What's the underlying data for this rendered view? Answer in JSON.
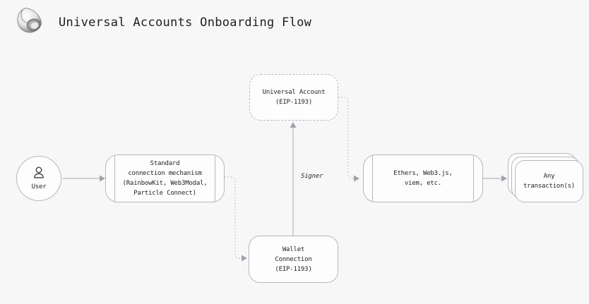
{
  "header": {
    "title": "Universal Accounts Onboarding Flow",
    "logo_icon": "shell-icon"
  },
  "colors": {
    "background": "#f7f7f8",
    "node_fill": "#fdfdfd",
    "border": "#b4b8bf",
    "arrow": "#9ea3aa",
    "text": "#212429"
  },
  "diagram": {
    "nodes": {
      "user": {
        "icon": "person-icon",
        "label": "User"
      },
      "standard_connection": {
        "lines": [
          "Standard",
          "connection mechanism",
          "(RainbowKit, Web3Modal,",
          "Particle Connect)"
        ]
      },
      "universal_account": {
        "lines": [
          "Universal Account",
          "(EIP-1193)"
        ]
      },
      "wallet_connection": {
        "lines": [
          "Wallet",
          "Connection",
          "(EIP-1193)"
        ]
      },
      "web3_libraries": {
        "lines": [
          "Ethers, Web3.js,",
          "viem, etc."
        ]
      },
      "any_transactions": {
        "lines": [
          "Any",
          "transaction(s)"
        ]
      }
    },
    "edge_labels": {
      "signer": "Signer"
    }
  }
}
